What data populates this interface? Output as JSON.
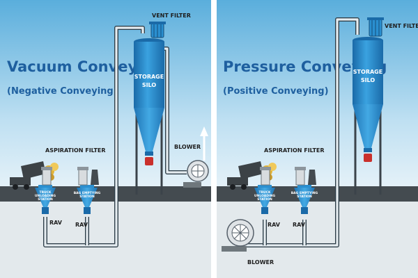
{
  "panels": [
    {
      "title": "Vacuum Conveying",
      "subtitle": "(Negative Conveying)",
      "labels": {
        "vent_filter": "VENT FILTER",
        "silo_line1": "STORAGE",
        "silo_line2": "SILO",
        "aspiration_filter": "ASPIRATION FILTER",
        "blower": "BLOWER",
        "rav_1": "RAV",
        "rav_2": "RAV",
        "station_1_line1": "TRUCK",
        "station_1_line2": "UNLOADING",
        "station_1_line3": "STATION",
        "station_2_line1": "BAG EMPTYING",
        "station_2_line2": "STATION"
      }
    },
    {
      "title": "Pressure Conveying",
      "subtitle": "(Positive Conveying)",
      "labels": {
        "vent_filter": "VENT FILTER",
        "silo_line1": "STORAGE",
        "silo_line2": "SILO",
        "aspiration_filter": "ASPIRATION FILTER",
        "blower": "BLOWER",
        "rav_1": "RAV",
        "rav_2": "RAV",
        "station_1_line1": "TRUCK",
        "station_1_line2": "UNLOADING",
        "station_1_line3": "STATION",
        "station_2_line1": "BAG EMPTYING",
        "station_2_line2": "STATION"
      }
    }
  ],
  "colors": {
    "sky_top": "#5aaedc",
    "sky_bottom": "#e4f1f8",
    "ground": "#444b50",
    "below_ground": "#e3e9ec",
    "vessel_blue": "#2a8fd0",
    "vessel_dark": "#1a6aa8",
    "valve_red": "#c9302c",
    "title_blue": "#1e5f9f",
    "pipe": "#e6edf1"
  }
}
